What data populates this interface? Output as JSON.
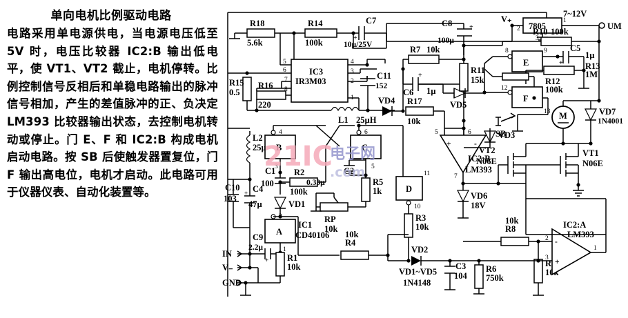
{
  "article": {
    "title": "单向电机比例驱动电路",
    "body": "电路采用单电源供电，当电源电压低至 5V 时，电压比较器 IC2:B 输出低电平，使 VT1、VT2 截止，电机停转。比例控制信号反相后和单稳电路输出的脉冲信号相加，产生的差值脉冲的正、负决定 LM393 比较器输出状态，去控制电机转动或停止。门 E、F 和 IC2:B 构成电机启动电路。按 SB 后使触发器置复位，门 F 输出高电位，电机才启动。此电路可用于仪器仪表、自动化装置等。"
  },
  "watermark": {
    "brand": "21IC",
    "cn": "电子网",
    "domain": ".com"
  },
  "schematic": {
    "ics": {
      "ic3_ref": "IC3",
      "ic3_part": "IR3M03",
      "ic1_ref": "IC1",
      "ic1_part": "CD40106",
      "ic2a_ref": "IC2:A",
      "ic2a_part": "LM393",
      "ic2b_ref": "IC2:B",
      "ic2b_part": "LM393",
      "reg": "7805"
    },
    "gates": {
      "a": "A",
      "b": "B",
      "c": "C",
      "d": "D",
      "e": "E",
      "f": "F"
    },
    "resistors": [
      {
        "ref": "R18",
        "val": "5.6k"
      },
      {
        "ref": "R14",
        "val": "100k"
      },
      {
        "ref": "R15",
        "val": "0.5"
      },
      {
        "ref": "R16",
        "val": "220"
      },
      {
        "ref": "R7",
        "val": "10k"
      },
      {
        "ref": "R11",
        "val": "15k"
      },
      {
        "ref": "R17",
        "val": "10k"
      },
      {
        "ref": "R10",
        "val": "100k"
      },
      {
        "ref": "R12",
        "val": "100k"
      },
      {
        "ref": "R13",
        "val": "1M"
      },
      {
        "ref": "R2",
        "val": "100k"
      },
      {
        "ref": "R5",
        "val": "1k"
      },
      {
        "ref": "RP",
        "val": "10k"
      },
      {
        "ref": "R3",
        "val": "10k"
      },
      {
        "ref": "R1",
        "val": "10k"
      },
      {
        "ref": "R4",
        "val": "10k"
      },
      {
        "ref": "R8",
        "val": "10k"
      },
      {
        "ref": "R6",
        "val": "750k"
      },
      {
        "ref": "R9",
        "val": "10k"
      }
    ],
    "capacitors": [
      {
        "ref": "C7",
        "val": "10µ/25V"
      },
      {
        "ref": "C8",
        "val": "100µ"
      },
      {
        "ref": "C11",
        "val": "152"
      },
      {
        "ref": "C6",
        "val": "1µ"
      },
      {
        "ref": "C5",
        "val": "1µ"
      },
      {
        "ref": "C1",
        "val": "100"
      },
      {
        "ref": "C2",
        "val": "0.33µ"
      },
      {
        "ref": "C10",
        "val": "103"
      },
      {
        "ref": "C4",
        "val": "47µ"
      },
      {
        "ref": "C9",
        "val": "2.2µ"
      },
      {
        "ref": "C3",
        "val": "104"
      }
    ],
    "inductors": [
      {
        "ref": "L1",
        "val": "25µH"
      },
      {
        "ref": "L2",
        "val": "25µH"
      }
    ],
    "diodes": [
      {
        "ref": "VD1"
      },
      {
        "ref": "VD2"
      },
      {
        "ref": "VD3"
      },
      {
        "ref": "VD4"
      },
      {
        "ref": "VD5"
      },
      {
        "ref": "VD6",
        "val": "18V"
      },
      {
        "ref": "VD7",
        "val": "1N4001"
      }
    ],
    "diode_note_1": "VD1~VD5",
    "diode_note_2": "1N4148",
    "transistors": [
      {
        "ref": "VT1",
        "val": "N06E"
      },
      {
        "ref": "VT2",
        "val": "N06E"
      }
    ],
    "motor": "M",
    "switch": "SB",
    "supply": {
      "vplus": "V₊",
      "rail": "7~12V",
      "um": "UM"
    },
    "terminals": {
      "in": "IN",
      "v": "V₋",
      "gnd": "GND"
    },
    "pins": {
      "ic3": [
        "1",
        "2",
        "3",
        "4",
        "5",
        "6",
        "7",
        "8"
      ],
      "gate_a": [
        "1",
        "2"
      ],
      "gate_b": [
        "3",
        "4"
      ],
      "gate_c": [
        "5",
        "6"
      ],
      "gate_d": [
        "10",
        "11"
      ],
      "gate_e": [
        "8",
        "9"
      ],
      "gate_f": [
        "12",
        "13"
      ],
      "ic2a": [
        "1",
        "2",
        "3"
      ],
      "ic2b": [
        "5",
        "6",
        "7"
      ],
      "reg": [
        "1",
        "2",
        "3"
      ]
    }
  }
}
